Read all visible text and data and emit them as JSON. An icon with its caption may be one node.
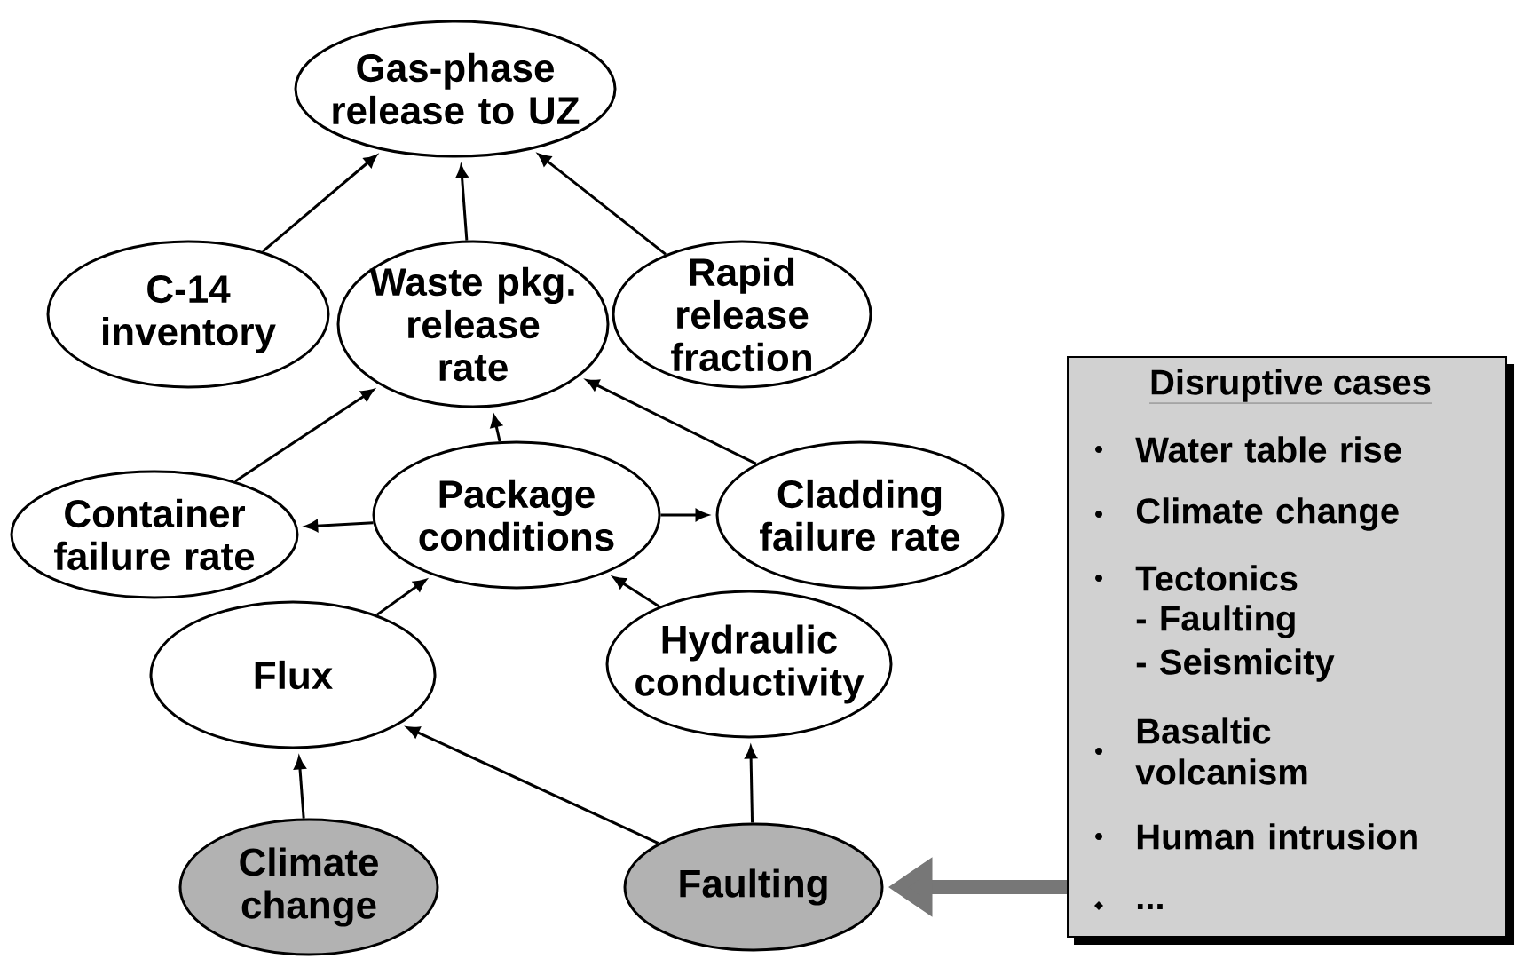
{
  "diagram": {
    "nodes": [
      {
        "text": [
          "Gas-phase release to UZ"
        ]
      },
      {
        "text": [
          "C-14 inventory"
        ]
      },
      {
        "text": [
          "Waste pkg. release rate"
        ]
      },
      {
        "text": [
          "Rapid release fraction"
        ]
      },
      {
        "text": [
          "Container failure rate"
        ]
      },
      {
        "text": [
          "Package conditions"
        ]
      },
      {
        "text": [
          "Cladding failure rate"
        ]
      },
      {
        "text": [
          "Flux"
        ]
      },
      {
        "text": [
          "Hydraulic conductivity"
        ]
      },
      {
        "text": [
          "Climate change"
        ]
      },
      {
        "text": [
          "Faulting"
        ]
      },
      {
        "text": [
          "Disruptive cases",
          "Water table rise",
          "Climate change",
          "Tectonics",
          "- Faulting",
          "- Seismicity",
          "Basaltic volcanism",
          "Human intrusion",
          "..."
        ]
      }
    ],
    "edges": [
      {
        "from": 1,
        "to": 0,
        "arrow": "to"
      },
      {
        "from": 2,
        "to": 0,
        "arrow": "to"
      },
      {
        "from": 3,
        "to": 0,
        "arrow": "to"
      },
      {
        "from": 4,
        "to": 2,
        "arrow": "to"
      },
      {
        "from": 5,
        "to": 2,
        "arrow": "to"
      },
      {
        "from": 6,
        "to": 2,
        "arrow": "to"
      },
      {
        "from": 5,
        "to": 4,
        "arrow": "to"
      },
      {
        "from": 5,
        "to": 6,
        "arrow": "to"
      },
      {
        "from": 7,
        "to": 5,
        "arrow": "to"
      },
      {
        "from": 8,
        "to": 5,
        "arrow": "to"
      },
      {
        "from": 9,
        "to": 7,
        "arrow": "to"
      },
      {
        "from": 10,
        "to": 7,
        "arrow": "to"
      },
      {
        "from": 10,
        "to": 8,
        "arrow": "to"
      },
      {
        "from": 11,
        "to": 10,
        "arrow": "to",
        "style": "thick",
        "color": "#777777"
      }
    ]
  }
}
